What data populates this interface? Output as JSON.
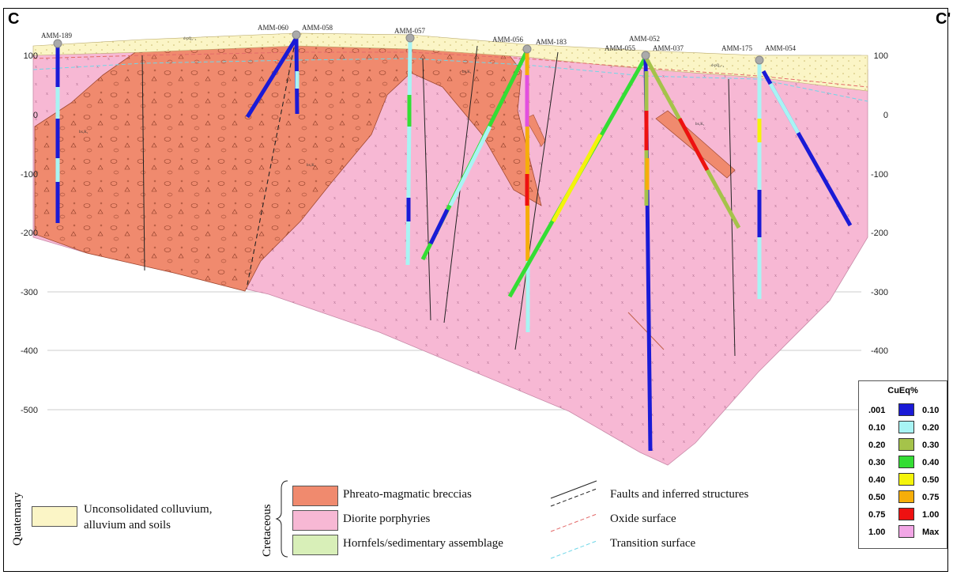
{
  "corner_labels": {
    "left": "C",
    "right": "C'"
  },
  "drillholes": [
    {
      "name": "AMM-189"
    },
    {
      "name": "AMM-060"
    },
    {
      "name": "AMM-058"
    },
    {
      "name": "AMM-057"
    },
    {
      "name": "AMM-056"
    },
    {
      "name": "AMM-183"
    },
    {
      "name": "AMM-052"
    },
    {
      "name": "AMM-055"
    },
    {
      "name": "AMM-037"
    },
    {
      "name": "AMM-175"
    },
    {
      "name": "AMM-054"
    }
  ],
  "elevation_labels": [
    "100",
    "0",
    "-100",
    "-200",
    "-300",
    "-400",
    "-500"
  ],
  "unit_labels": [
    "bx,K₁",
    "bx,K₁",
    "bx,K₁",
    "bx,K₁",
    "d-pQ₃₋₄",
    "d-pQ₃₋₄"
  ],
  "cueq_legend": {
    "title": "CuEq%",
    "rows": [
      {
        "low": ".001",
        "high": "0.10",
        "color": "#1a1ad6"
      },
      {
        "low": "0.10",
        "high": "0.20",
        "color": "#a8f4f4"
      },
      {
        "low": "0.20",
        "high": "0.30",
        "color": "#a5c34a"
      },
      {
        "low": "0.30",
        "high": "0.40",
        "color": "#34dd34"
      },
      {
        "low": "0.40",
        "high": "0.50",
        "color": "#f4f40a"
      },
      {
        "low": "0.50",
        "high": "0.75",
        "color": "#f6ae0a"
      },
      {
        "low": "0.75",
        "high": "1.00",
        "color": "#ee1111"
      },
      {
        "low": "1.00",
        "high": "Max",
        "color": "#f2a6e6"
      }
    ]
  },
  "geology_legend": {
    "quaternary_label": "Quaternary",
    "cretaceous_label": "Cretaceous",
    "colluvium_line1": "Unconsolidated colluvium,",
    "colluvium_line2": "alluvium and soils",
    "breccias": "Phreato-magmatic breccias",
    "diorite": "Diorite porphyries",
    "hornfels": "Hornfels/sedimentary assemblage",
    "faults": "Faults and inferred structures",
    "oxide": "Oxide surface",
    "transition": "Transition surface"
  },
  "colors": {
    "breccia": "#f08a6e",
    "diorite": "#f7b8d4",
    "colluvium": "#fbf5c6",
    "hornfels": "#d8efb8",
    "oxide_line": "#e36a6a",
    "transition_line": "#6fd7e8"
  }
}
